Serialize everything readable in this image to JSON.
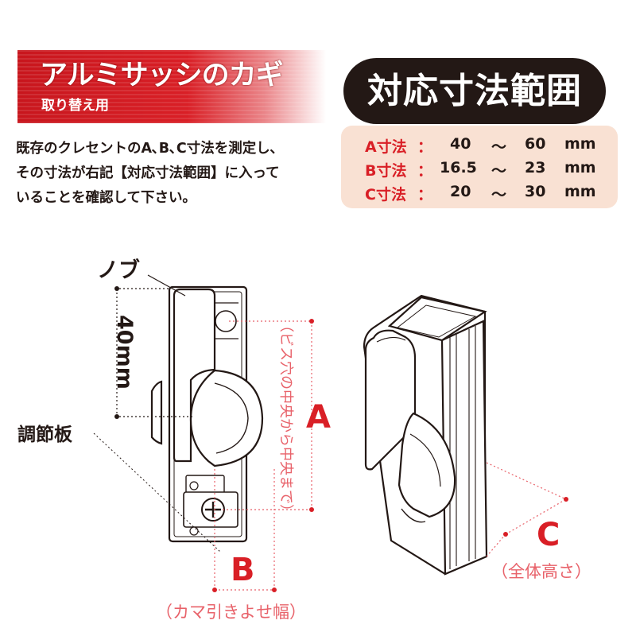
{
  "header": {
    "title": "アルミサッシのカギ",
    "subtitle": "取り替え用"
  },
  "intro": {
    "lines": [
      "既存のクレセントのA､B､C寸法を測定し､",
      "その寸法が右記【対応寸法範囲】に入って",
      "いることを確認して下さい｡"
    ]
  },
  "range": {
    "title": "対応寸法範囲",
    "rows": [
      {
        "label": "A寸法",
        "colon": "：",
        "min": "40",
        "tilde": "～",
        "max": "60",
        "unit": "mm"
      },
      {
        "label": "B寸法",
        "colon": "：",
        "min": "16.5",
        "tilde": "～",
        "max": "23",
        "unit": "mm"
      },
      {
        "label": "C寸法",
        "colon": "：",
        "min": "20",
        "tilde": "～",
        "max": "30",
        "unit": "mm"
      }
    ]
  },
  "diagram": {
    "knob_label": "ノブ",
    "dimension_40": "40mm",
    "plate_label": "調節板",
    "a_label": "A",
    "a_note": "（ビス穴の中央から中央まで）",
    "b_label": "B",
    "b_note": "（カマ引きよせ幅）",
    "c_label": "C",
    "c_note": "（全体高さ）"
  },
  "colors": {
    "accent_red": "#d91f26",
    "dark": "#231815",
    "range_bg": "#f9e1d3",
    "guide_pink": "#e8626a"
  }
}
